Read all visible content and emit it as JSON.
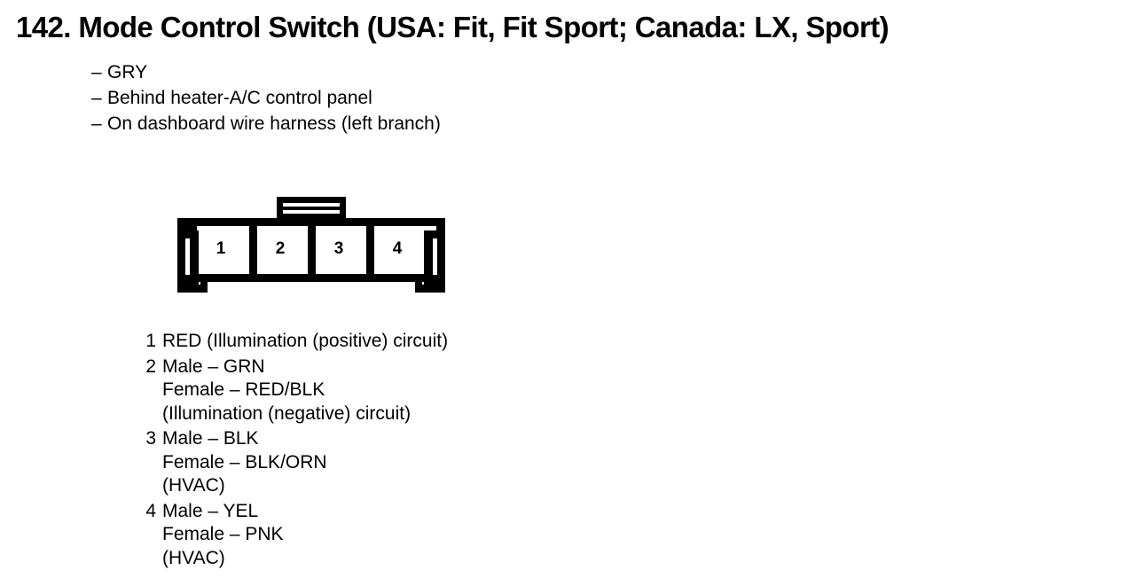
{
  "document": {
    "title_number": "142.",
    "title_text": "Mode Control Switch (USA: Fit, Fit Sport; Canada: LX, Sport)",
    "title_full": "142. Mode Control Switch (USA: Fit, Fit Sport; Canada: LX, Sport)"
  },
  "attributes": {
    "dash": "–",
    "items": [
      {
        "text": "GRY"
      },
      {
        "text": "Behind heater-A/C control panel"
      },
      {
        "text": "On dashboard wire harness (left branch)"
      }
    ]
  },
  "connector": {
    "name": "4-pin connector view",
    "cavity_count": 4,
    "cavities": [
      {
        "number": "1"
      },
      {
        "number": "2"
      },
      {
        "number": "3"
      },
      {
        "number": "4"
      }
    ],
    "line_color": "#000000",
    "fill_color": "#ffffff"
  },
  "pin_legend": [
    {
      "number": "1",
      "lines": [
        "RED (Illumination (positive) circuit)"
      ]
    },
    {
      "number": "2",
      "lines": [
        "Male – GRN",
        "Female – RED/BLK",
        "(Illumination (negative) circuit)"
      ]
    },
    {
      "number": "3",
      "lines": [
        "Male – BLK",
        "Female – BLK/ORN",
        "(HVAC)"
      ]
    },
    {
      "number": "4",
      "lines": [
        "Male – YEL",
        "Female – PNK",
        "(HVAC)"
      ]
    }
  ]
}
